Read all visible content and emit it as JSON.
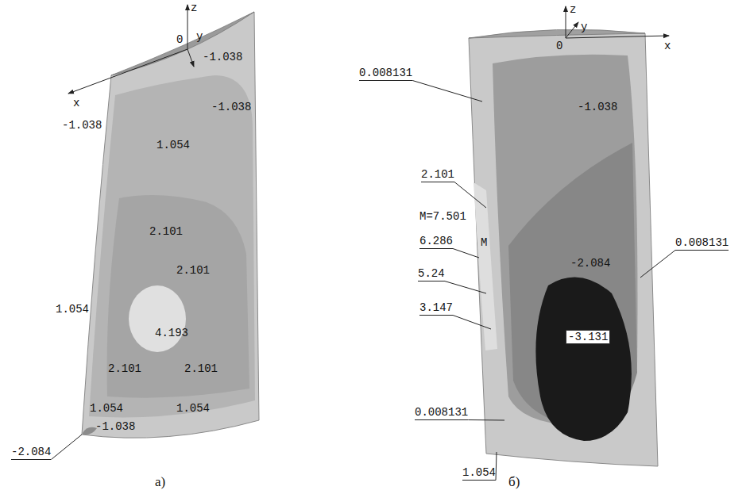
{
  "diagram": {
    "labels": [
      "z",
      "0",
      "y",
      "x",
      "-1.038",
      "-1.038",
      "-1.038",
      "1.054",
      "2.101",
      "2.101",
      "1.054",
      "4.193",
      "2.101",
      "2.101",
      "1.054",
      "1.054",
      "-1.038",
      "-2.084",
      "а)",
      "z",
      "y",
      "0",
      "x",
      "0.008131",
      "-1.038",
      "2.101",
      "M=7.501",
      "6.286",
      "M",
      "0.008131",
      "-2.084",
      "5.24",
      "3.147",
      "-3.131",
      "0.008131",
      "1.054",
      "б)"
    ]
  }
}
